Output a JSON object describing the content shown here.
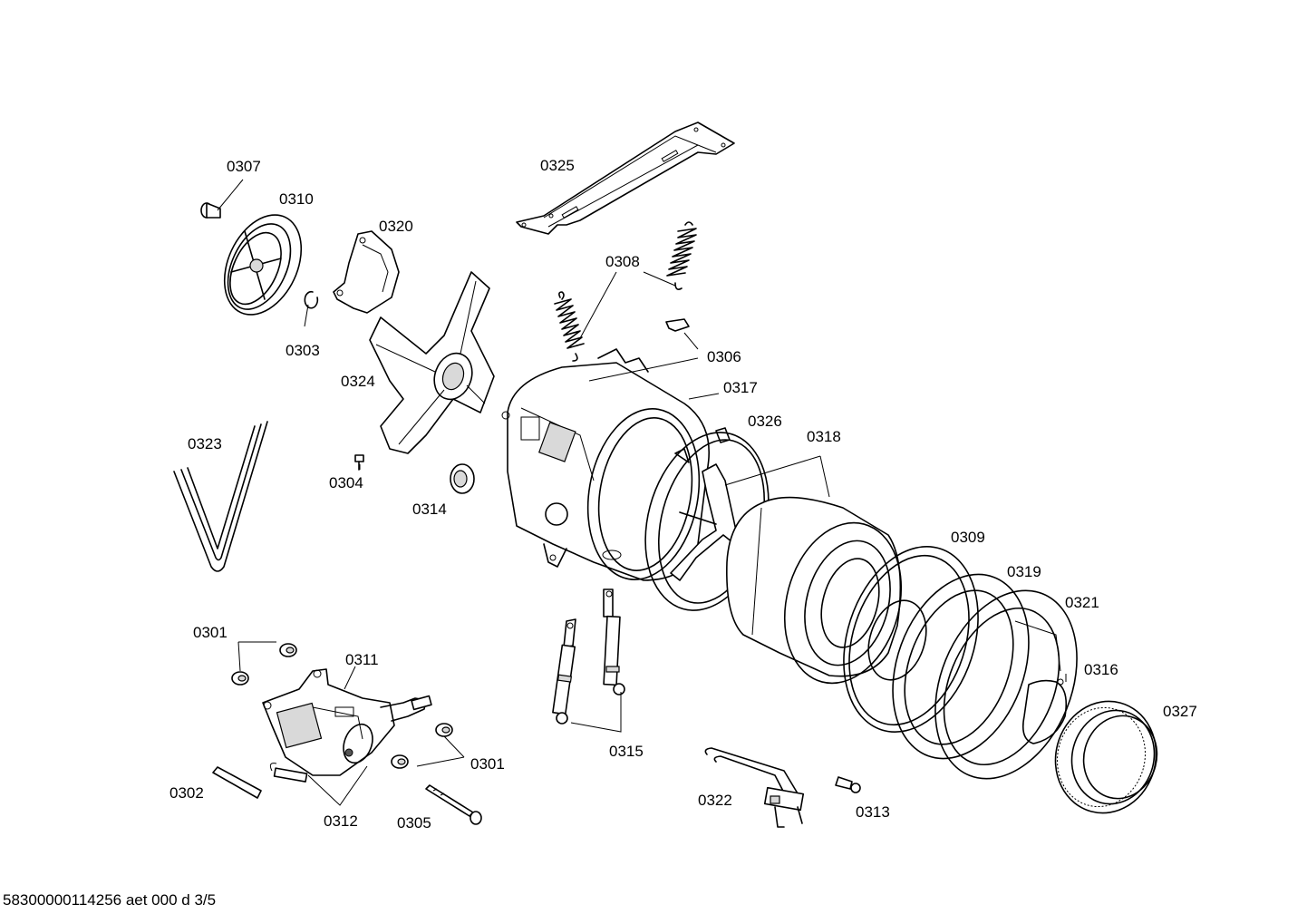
{
  "labels": {
    "p0307": "0307",
    "p0310": "0310",
    "p0320": "0320",
    "p0325": "0325",
    "p0308": "0308",
    "p0303": "0303",
    "p0324": "0324",
    "p0306": "0306",
    "p0317": "0317",
    "p0326": "0326",
    "p0318": "0318",
    "p0323": "0323",
    "p0304": "0304",
    "p0314": "0314",
    "p0309": "0309",
    "p0319": "0319",
    "p0321": "0321",
    "p0301a": "0301",
    "p0311": "0311",
    "p0316": "0316",
    "p0327": "0327",
    "p0315": "0315",
    "p0301b": "0301",
    "p0302": "0302",
    "p0312": "0312",
    "p0305": "0305",
    "p0322": "0322",
    "p0313": "0313"
  },
  "footer": "58300000114256 aet 000 d 3/5"
}
